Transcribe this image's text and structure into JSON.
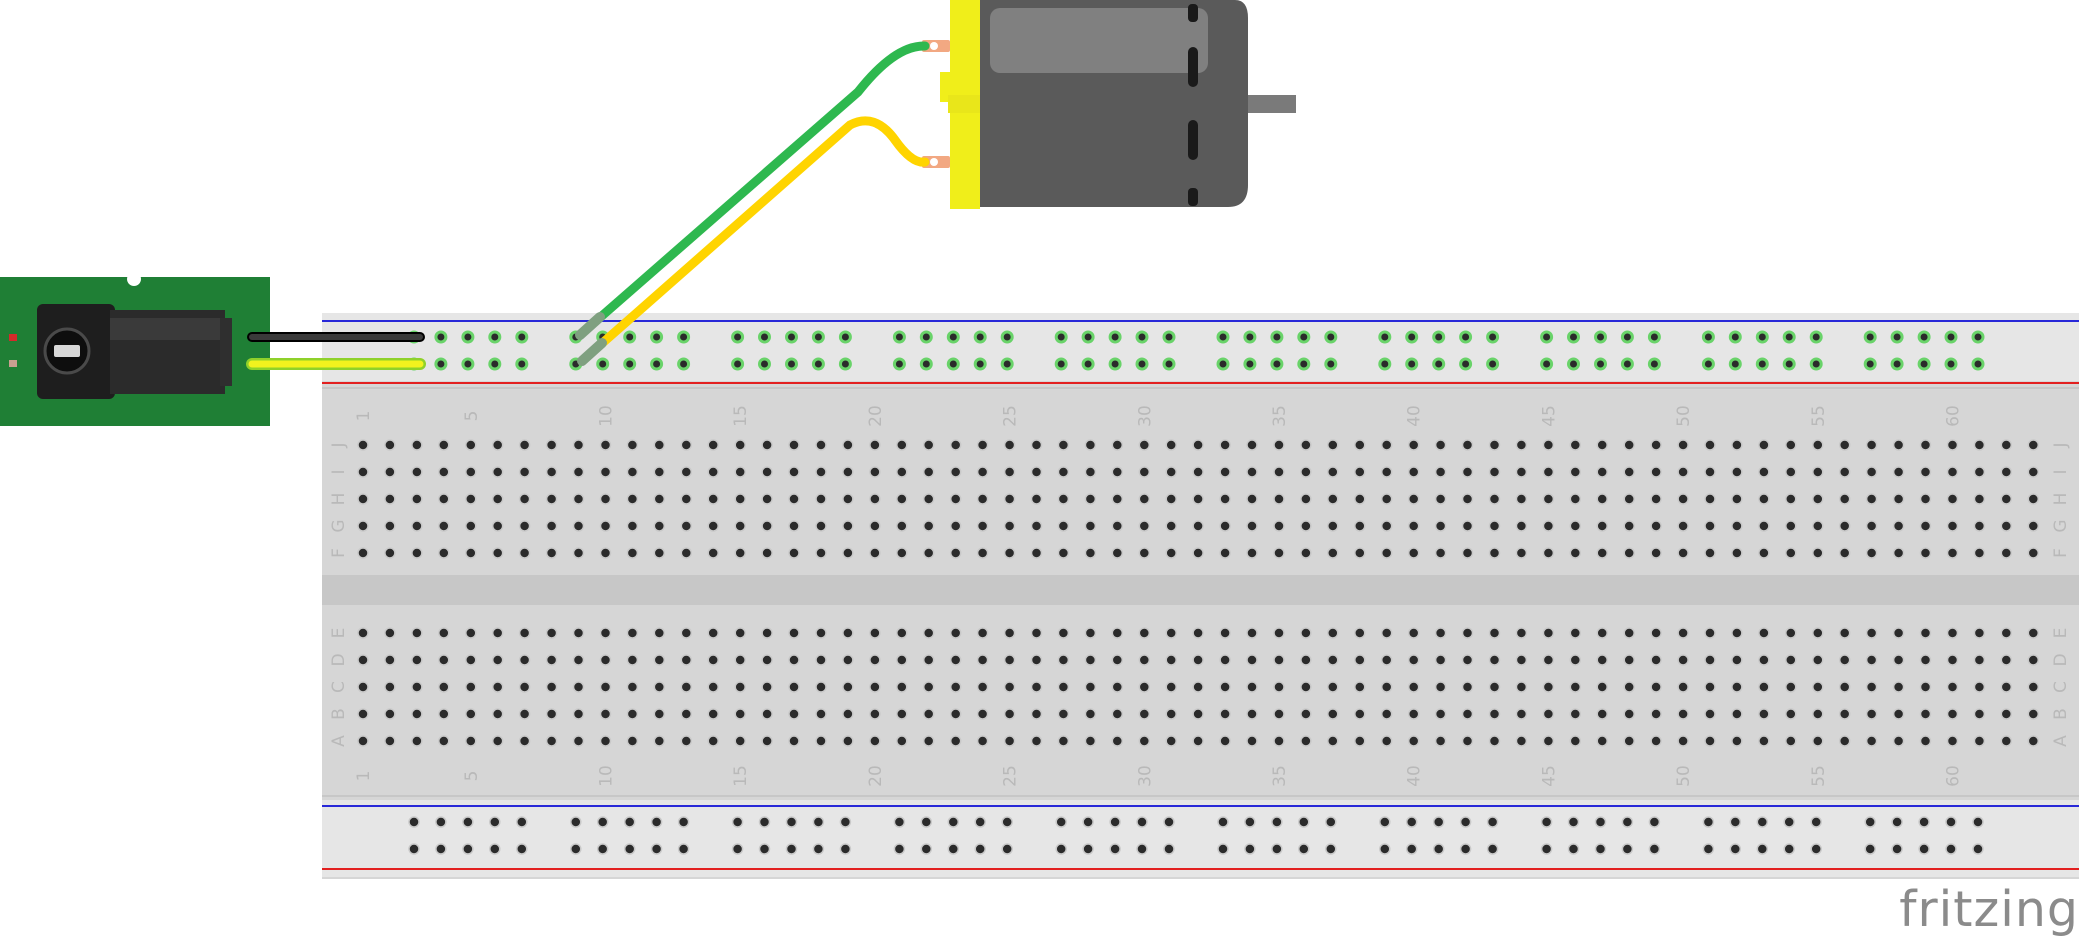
{
  "diagram": {
    "breadboard": {
      "columns": 63,
      "row_letters_top": [
        "J",
        "I",
        "H",
        "G",
        "F"
      ],
      "row_letters_bottom": [
        "E",
        "D",
        "C",
        "B",
        "A"
      ],
      "column_number_labels": [
        "1",
        "5",
        "10",
        "15",
        "20",
        "25",
        "30",
        "35",
        "40",
        "45",
        "50",
        "55",
        "60"
      ],
      "power_rail_groups": 10,
      "colors": {
        "body": "#d6d6d6",
        "rail_body": "#e6e6e6",
        "channel": "#c7c7c7",
        "rail_line_blue": "#2828d8",
        "rail_line_red": "#e22020",
        "connected_hole": "#69d369"
      }
    },
    "power_jack": {
      "board_color": "#1f7f35",
      "body_color": "#1e1e1e"
    },
    "dc_motor": {
      "housing_color": "#5a5a5a",
      "cap_color": "#f0ee1a",
      "terminal_color": "#f2a882"
    },
    "wires": [
      {
        "id": "jack-black",
        "color": "#1f1f1f"
      },
      {
        "id": "jack-yellow",
        "color": "#f2f21e"
      },
      {
        "id": "motor-green",
        "color": "#2eb84f"
      },
      {
        "id": "motor-yellow",
        "color": "#ffd400"
      }
    ]
  },
  "watermark": {
    "text": "fritzing"
  }
}
